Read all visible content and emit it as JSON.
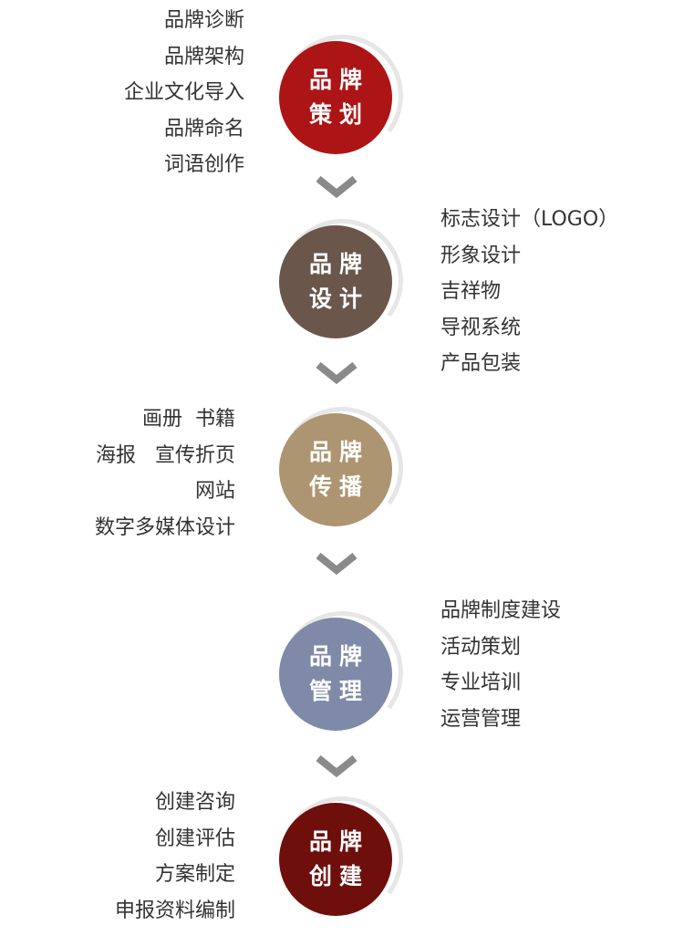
{
  "stages": [
    {
      "line1": "品牌",
      "line2": "策划",
      "color": "#ac1416",
      "items": [
        "品牌诊断",
        "品牌架构",
        "企业文化导入",
        "品牌命名",
        "词语创作"
      ]
    },
    {
      "line1": "品牌",
      "line2": "设计",
      "color": "#6b564c",
      "items": [
        "标志设计（LOGO）",
        "形象设计",
        "吉祥物",
        "导视系统",
        "产品包装"
      ]
    },
    {
      "line1": "品牌",
      "line2": "传播",
      "color": "#ad9572",
      "items": [
        "画册  书籍",
        "海报   宣传折页",
        "网站",
        "数字多媒体设计"
      ]
    },
    {
      "line1": "品牌",
      "line2": "管理",
      "color": "#7e8aa7",
      "items": [
        "品牌制度建设",
        "活动策划",
        "专业培训",
        "运营管理"
      ]
    },
    {
      "line1": "品牌",
      "line2": "创建",
      "color": "#6e0f0c",
      "items": [
        "创建咨询",
        "创建评估",
        "方案制定",
        "申报资料编制"
      ]
    }
  ],
  "arrow_color": "#8a8a8a",
  "icons": {
    "arrow": "chevron-down-icon"
  }
}
